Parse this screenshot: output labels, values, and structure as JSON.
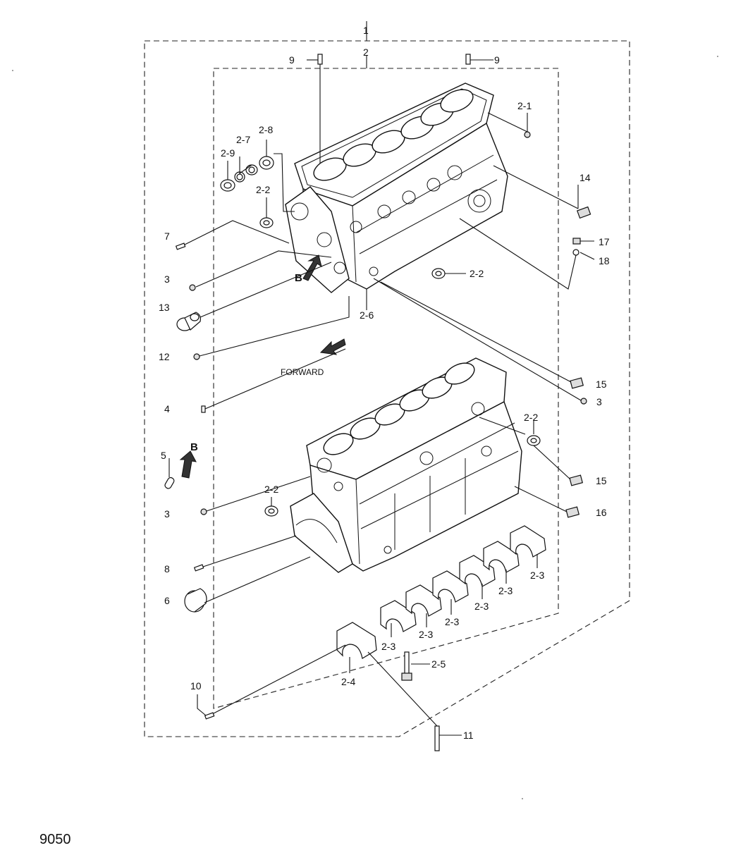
{
  "labels": {
    "l1": "1",
    "l2": "2",
    "l9a": "9",
    "l9b": "9",
    "l2_1": "2-1",
    "l2_9": "2-9",
    "l2_7": "2-7",
    "l2_8": "2-8",
    "l2_2a": "2-2",
    "l14": "14",
    "l7": "7",
    "l17": "17",
    "l18": "18",
    "l3a": "3",
    "l2_2b": "2-2",
    "l13": "13",
    "l2_6": "2-6",
    "l12": "12",
    "l15a": "15",
    "l3b": "3",
    "l4": "4",
    "l2_2c": "2-2",
    "l5": "5",
    "l15b": "15",
    "l2_2d": "2-2",
    "l3c": "3",
    "l16": "16",
    "l8": "8",
    "l2_3a": "2-3",
    "l2_3b": "2-3",
    "l2_3c": "2-3",
    "l2_3d": "2-3",
    "l2_3e": "2-3",
    "l2_3f": "2-3",
    "l6": "6",
    "l2_5": "2-5",
    "l2_4": "2-4",
    "l10": "10",
    "l11": "11"
  },
  "view_b_upper": "B",
  "view_b_lower": "B",
  "forward": "FORWARD",
  "page_number": "9050"
}
